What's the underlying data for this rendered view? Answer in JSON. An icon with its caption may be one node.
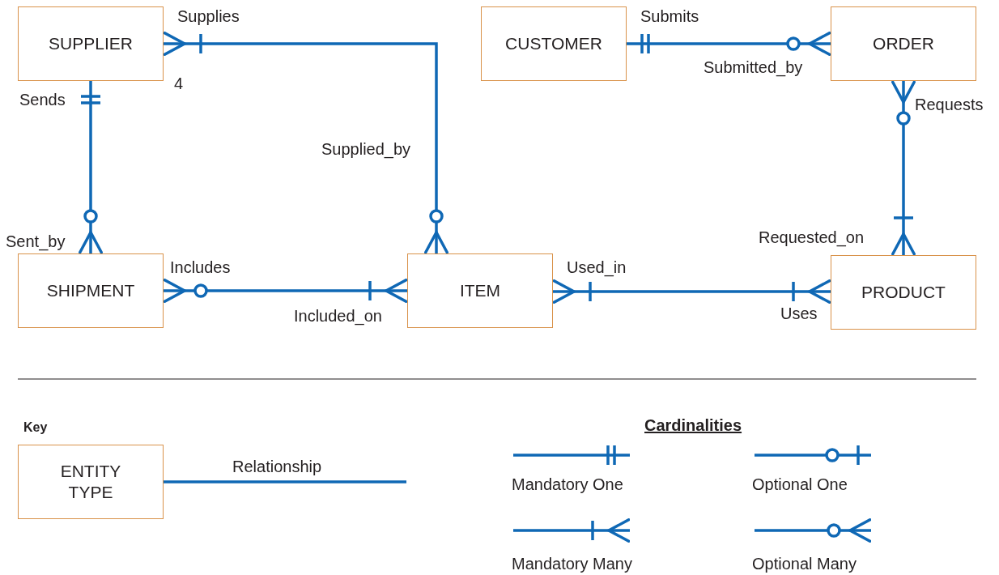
{
  "diagram": {
    "nodes": [
      {
        "text": [
          "SUPPLIER"
        ]
      },
      {
        "text": [
          "CUSTOMER"
        ]
      },
      {
        "text": [
          "ORDER"
        ]
      },
      {
        "text": [
          "SHIPMENT"
        ]
      },
      {
        "text": [
          "ITEM"
        ]
      },
      {
        "text": [
          "PRODUCT"
        ]
      },
      {
        "text": [
          "ENTITY TYPE"
        ]
      }
    ],
    "edges": [
      {
        "from": 0,
        "to": 4,
        "arrow": "other"
      },
      {
        "from": 0,
        "to": 3,
        "arrow": "other"
      },
      {
        "from": 1,
        "to": 2,
        "arrow": "other"
      },
      {
        "from": 2,
        "to": 5,
        "arrow": "other"
      },
      {
        "from": 3,
        "to": 4,
        "arrow": "other"
      },
      {
        "from": 4,
        "to": 5,
        "arrow": "other"
      },
      {
        "from": 6,
        "to": null,
        "arrow": "none",
        "label": "Relationship"
      }
    ],
    "labels": [
      "Supplies",
      "Submits",
      "Submitted_by",
      "4",
      "Sends",
      "Requests",
      "Supplied_by",
      "Sent_by",
      "Includes",
      "Used_in",
      "Requested_on",
      "Included_on",
      "Uses",
      "Key",
      "Cardinalities"
    ],
    "legend": [
      {
        "text": "Mandatory One"
      },
      {
        "text": "Optional One"
      },
      {
        "text": "Mandatory Many"
      },
      {
        "text": "Optional Many"
      }
    ]
  }
}
